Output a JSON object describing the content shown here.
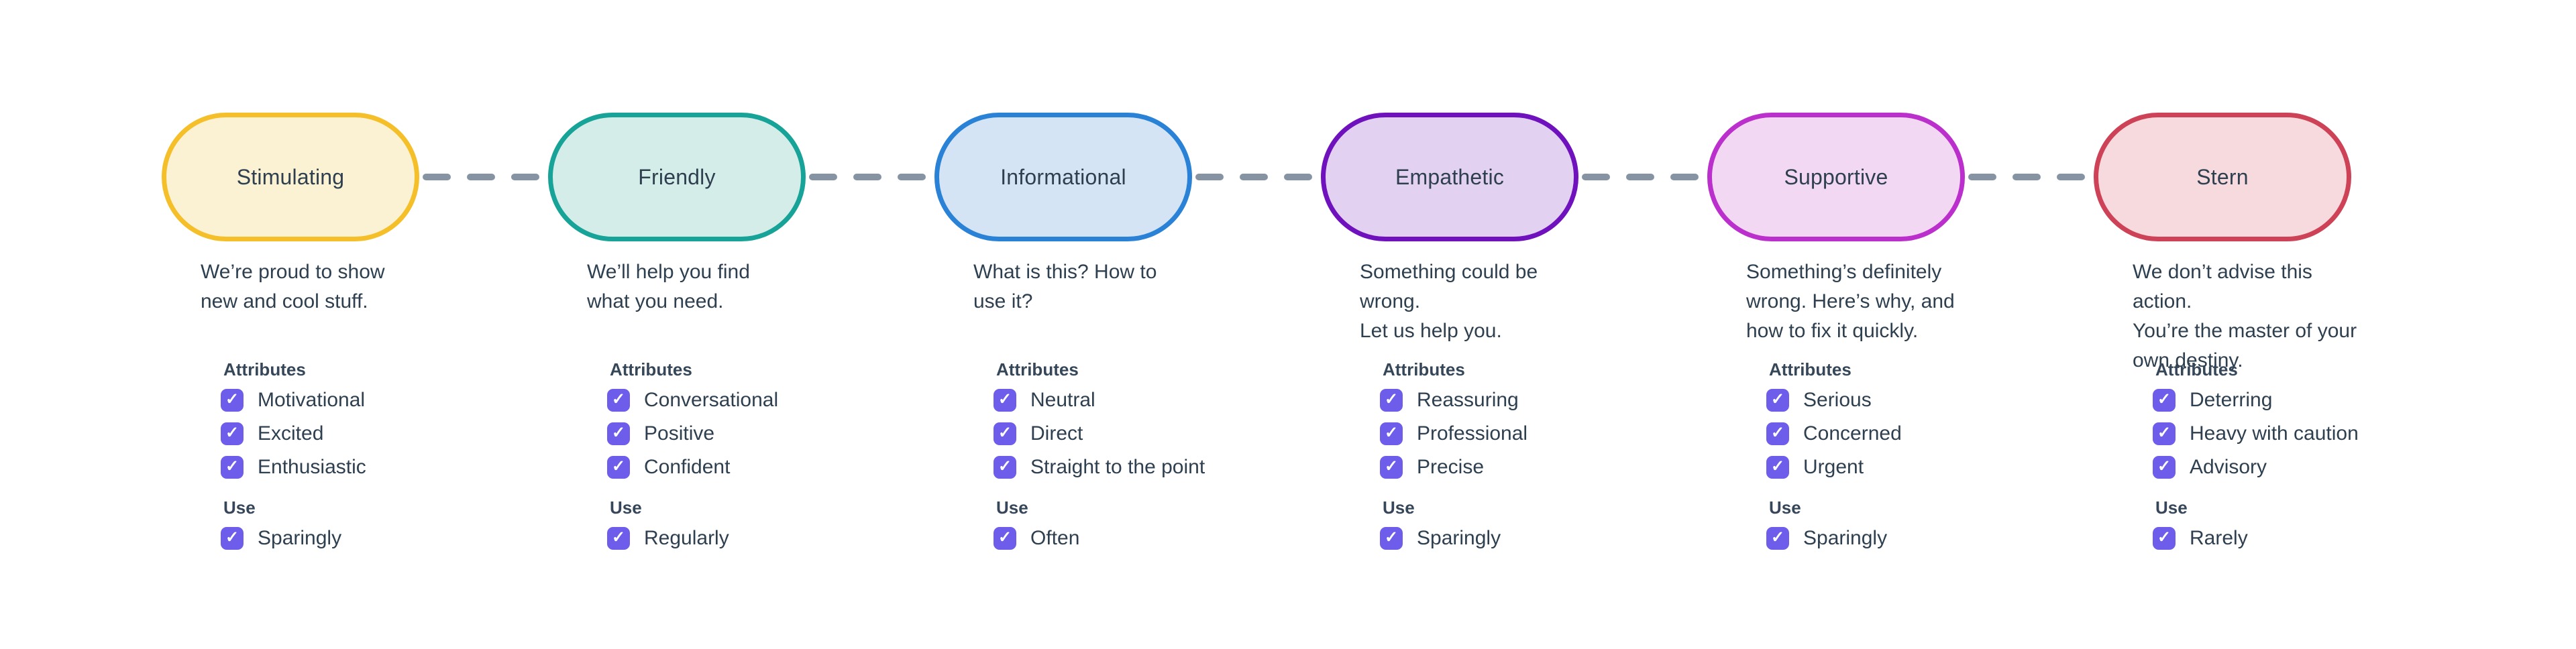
{
  "theme": {
    "background": "#ffffff",
    "text_color": "#2e3f4f",
    "checkbox_color": "#6d5dea",
    "connector_color": "#8593a3",
    "checkmark": "✓"
  },
  "sections": {
    "attributes_label": "Attributes",
    "use_label": "Use"
  },
  "columns": [
    {
      "title": "Stimulating",
      "description": "We’re proud to show\nnew and cool stuff.",
      "colors": {
        "border": "#f4bf29",
        "fill": "#fbf1d3"
      },
      "attributes": [
        "Motivational",
        "Excited",
        "Enthusiastic"
      ],
      "use": "Sparingly"
    },
    {
      "title": "Friendly",
      "description": "We’ll help you find\nwhat you need.",
      "colors": {
        "border": "#17a398",
        "fill": "#d4ede9"
      },
      "attributes": [
        "Conversational",
        "Positive",
        "Confident"
      ],
      "use": "Regularly"
    },
    {
      "title": "Informational",
      "description": "What is this? How to\nuse it?",
      "colors": {
        "border": "#2a82d6",
        "fill": "#d5e4f5"
      },
      "attributes": [
        "Neutral",
        "Direct",
        "Straight to the point"
      ],
      "use": "Often"
    },
    {
      "title": "Empathetic",
      "description": "Something could be wrong.\nLet us help you.",
      "colors": {
        "border": "#7011be",
        "fill": "#e2d1f0"
      },
      "attributes": [
        "Reassuring",
        "Professional",
        "Precise"
      ],
      "use": "Sparingly"
    },
    {
      "title": "Supportive",
      "description": "Something’s definitely\nwrong. Here’s why, and\nhow to fix it quickly.",
      "colors": {
        "border": "#bb30cc",
        "fill": "#f2d8f2"
      },
      "attributes": [
        "Serious",
        "Concerned",
        "Urgent"
      ],
      "use": "Sparingly"
    },
    {
      "title": "Stern",
      "description": "We don’t advise this action.\nYou’re the master of your\nown destiny.",
      "colors": {
        "border": "#ce4257",
        "fill": "#f7dade"
      },
      "attributes": [
        "Deterring",
        "Heavy with caution",
        "Advisory"
      ],
      "use": "Rarely"
    }
  ]
}
